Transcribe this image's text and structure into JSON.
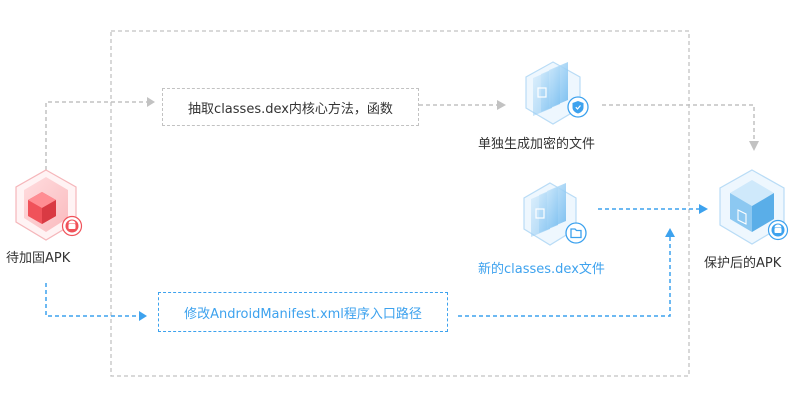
{
  "nodes": {
    "input_apk": {
      "label": "待加固APK"
    },
    "encrypted_file": {
      "label": "单独生成加密的文件"
    },
    "new_dex": {
      "label": "新的classes.dex文件"
    },
    "protected_apk": {
      "label": "保护后的APK"
    }
  },
  "steps": {
    "extract": {
      "label": "抽取classes.dex内核心方法，函数"
    },
    "modify_manifest": {
      "label": "修改AndroidManifest.xml程序入口路径"
    }
  },
  "colors": {
    "gray_flow": "#c2c2c2",
    "blue_flow": "#3da2ee",
    "input_red": "#f0525a",
    "output_blue": "#5aaee8",
    "text_dark": "#333333"
  },
  "icons": {
    "input_apk": "android-icon",
    "encrypted_file": "shield-icon",
    "new_dex": "folder-icon",
    "protected_apk": "android-icon"
  }
}
